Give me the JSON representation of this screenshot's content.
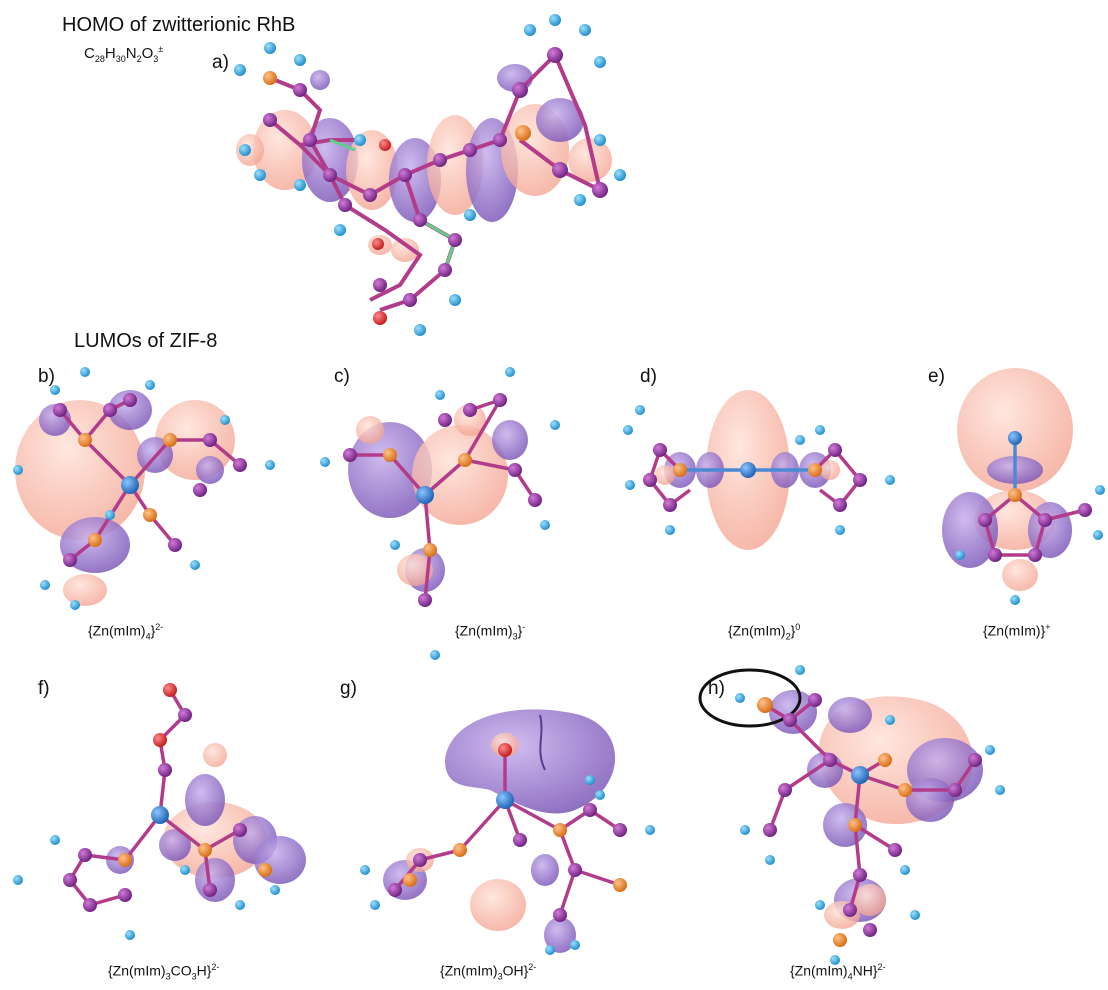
{
  "homo_heading": "HOMO of zwitterionic RhB",
  "homo_formula": {
    "C": "C",
    "c_n": "28",
    "H": "H",
    "h_n": "30",
    "N": "N",
    "n_n": "2",
    "O": "O",
    "o_n": "3",
    "charge": "±"
  },
  "lumo_heading": "LUMOs of ZIF-8",
  "panels": [
    {
      "label": "a)"
    },
    {
      "label": "b)",
      "cap_pre": "{Zn(mIm)",
      "cap_sub": "4",
      "cap_mid": "}",
      "cap_sup": "2-"
    },
    {
      "label": "c)",
      "cap_pre": "{Zn(mIm)",
      "cap_sub": "3",
      "cap_mid": "}",
      "cap_sup": "-"
    },
    {
      "label": "d)",
      "cap_pre": "{Zn(mIm)",
      "cap_sub": "2",
      "cap_mid": "}",
      "cap_sup": "0"
    },
    {
      "label": "e)",
      "cap_pre": "{Zn(mIm)",
      "cap_sub": "",
      "cap_mid": "}",
      "cap_sup": "+"
    },
    {
      "label": "f)",
      "cap_pre": "{Zn(mIm)",
      "cap_sub": "3",
      "cap_mid": "CO",
      "cap_sub2": "3",
      "cap_end": "H}",
      "cap_sup": "2-"
    },
    {
      "label": "g)",
      "cap_pre": "{Zn(mIm)",
      "cap_sub": "3",
      "cap_mid": "OH}",
      "cap_sup": "2-"
    },
    {
      "label": "h)",
      "cap_pre": "{Zn(mIm)",
      "cap_sub": "4",
      "cap_mid": "NH}",
      "cap_sup": "2-"
    }
  ],
  "colors": {
    "orbital_positive": "#f8b9a8",
    "orbital_negative": "#8d68c4",
    "carbon_atom": "#8a3a9a",
    "hydrogen_atom": "#2fa8e0",
    "nitrogen_atom": "#f08a2a",
    "oxygen_atom": "#e02a2a",
    "zinc_atom": "#2a7fd4",
    "bond_green": "#5fcf8a"
  }
}
